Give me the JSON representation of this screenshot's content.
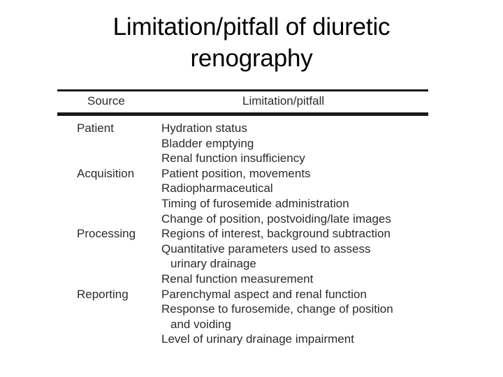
{
  "slide": {
    "title": "Limitation/pitfall of diuretic renography",
    "title_line_1": "Limitation/pitfall of diuretic",
    "title_line_2": "renography",
    "background_color": "#ffffff",
    "text_color": "#000000",
    "rule_color": "#1a1a1a"
  },
  "table": {
    "headers": {
      "source": "Source",
      "limitation": "Limitation/pitfall"
    },
    "rows": [
      {
        "source": "Patient",
        "items": [
          {
            "text": "Hydration status",
            "continuation": false
          },
          {
            "text": "Bladder emptying",
            "continuation": false
          },
          {
            "text": "Renal function insufficiency",
            "continuation": false
          }
        ]
      },
      {
        "source": "Acquisition",
        "items": [
          {
            "text": "Patient position, movements",
            "continuation": false
          },
          {
            "text": "Radiopharmaceutical",
            "continuation": false
          },
          {
            "text": "Timing of furosemide administration",
            "continuation": false
          },
          {
            "text": "Change of position, postvoiding/late images",
            "continuation": false
          }
        ]
      },
      {
        "source": "Processing",
        "items": [
          {
            "text": "Regions of interest, background subtraction",
            "continuation": false
          },
          {
            "text": "Quantitative parameters used to assess",
            "continuation": false
          },
          {
            "text": "urinary drainage",
            "continuation": true
          },
          {
            "text": "Renal function measurement",
            "continuation": false
          }
        ]
      },
      {
        "source": "Reporting",
        "items": [
          {
            "text": "Parenchymal aspect and renal function",
            "continuation": false
          },
          {
            "text": "Response to furosemide, change of position",
            "continuation": false
          },
          {
            "text": "and voiding",
            "continuation": true
          },
          {
            "text": "Level of urinary drainage impairment",
            "continuation": false
          }
        ]
      }
    ]
  }
}
